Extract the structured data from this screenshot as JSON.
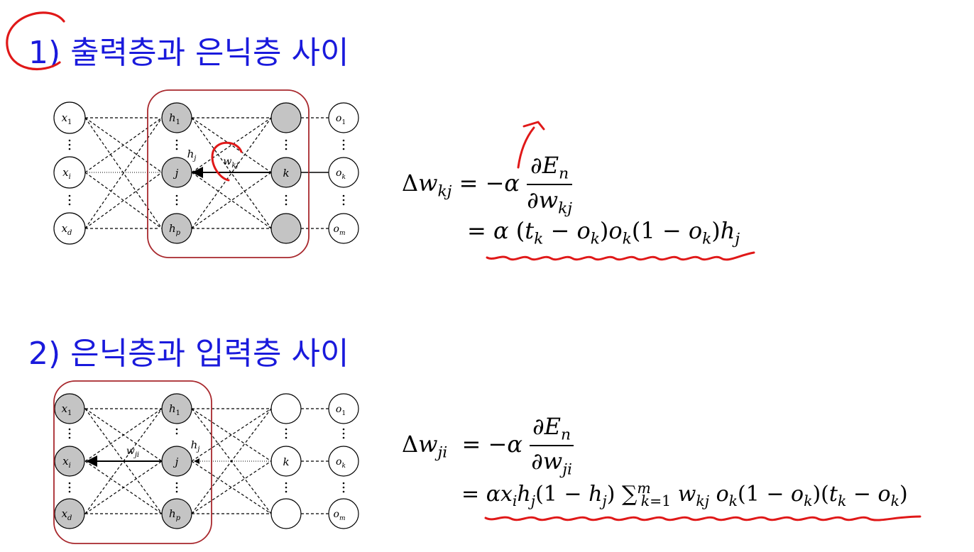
{
  "headings": {
    "section1": "1) 출력층과 은닉층 사이",
    "section2": "2) 은닉층과 입력층 사이"
  },
  "diagram1": {
    "input_nodes": [
      "x1",
      "xi",
      "xd"
    ],
    "hidden_nodes": [
      "h1",
      "j",
      "hp"
    ],
    "output_nodes": [
      "",
      "k",
      ""
    ],
    "target_nodes": [
      "o1",
      "ok",
      "om"
    ],
    "edge_labels": [
      "hj",
      "wkj"
    ],
    "highlight": "hidden-output layer"
  },
  "diagram2": {
    "input_nodes": [
      "x1",
      "xi",
      "xd"
    ],
    "hidden_nodes": [
      "h1",
      "j",
      "hp"
    ],
    "output_nodes": [
      "",
      "k",
      ""
    ],
    "target_nodes": [
      "o1",
      "ok",
      "om"
    ],
    "edge_labels": [
      "wji",
      "hj"
    ],
    "highlight": "input-hidden layer"
  },
  "colors": {
    "heading": "#1a1adc",
    "box": "#a8282d",
    "annotation": "#e01818",
    "node_gray": "#c4c4c4"
  }
}
